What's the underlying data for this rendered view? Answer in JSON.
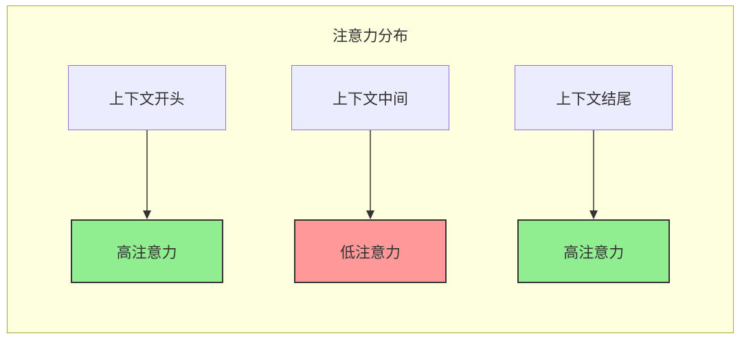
{
  "title": "注意力分布",
  "colors": {
    "canvas_bg": "#feffde",
    "canvas_border": "#aaaa33",
    "top_node_bg": "#ECECFF",
    "top_node_border": "#9370DB",
    "high_attention_bg": "#90EE90",
    "low_attention_bg": "#FF9999",
    "node_border": "#333333",
    "arrow_color": "#333333"
  },
  "columns": [
    {
      "top_label": "上下文开头",
      "bottom_label": "高注意力",
      "bottom_fill": "#90EE90"
    },
    {
      "top_label": "上下文中间",
      "bottom_label": "低注意力",
      "bottom_fill": "#FF9999"
    },
    {
      "top_label": "上下文结尾",
      "bottom_label": "高注意力",
      "bottom_fill": "#90EE90"
    }
  ]
}
